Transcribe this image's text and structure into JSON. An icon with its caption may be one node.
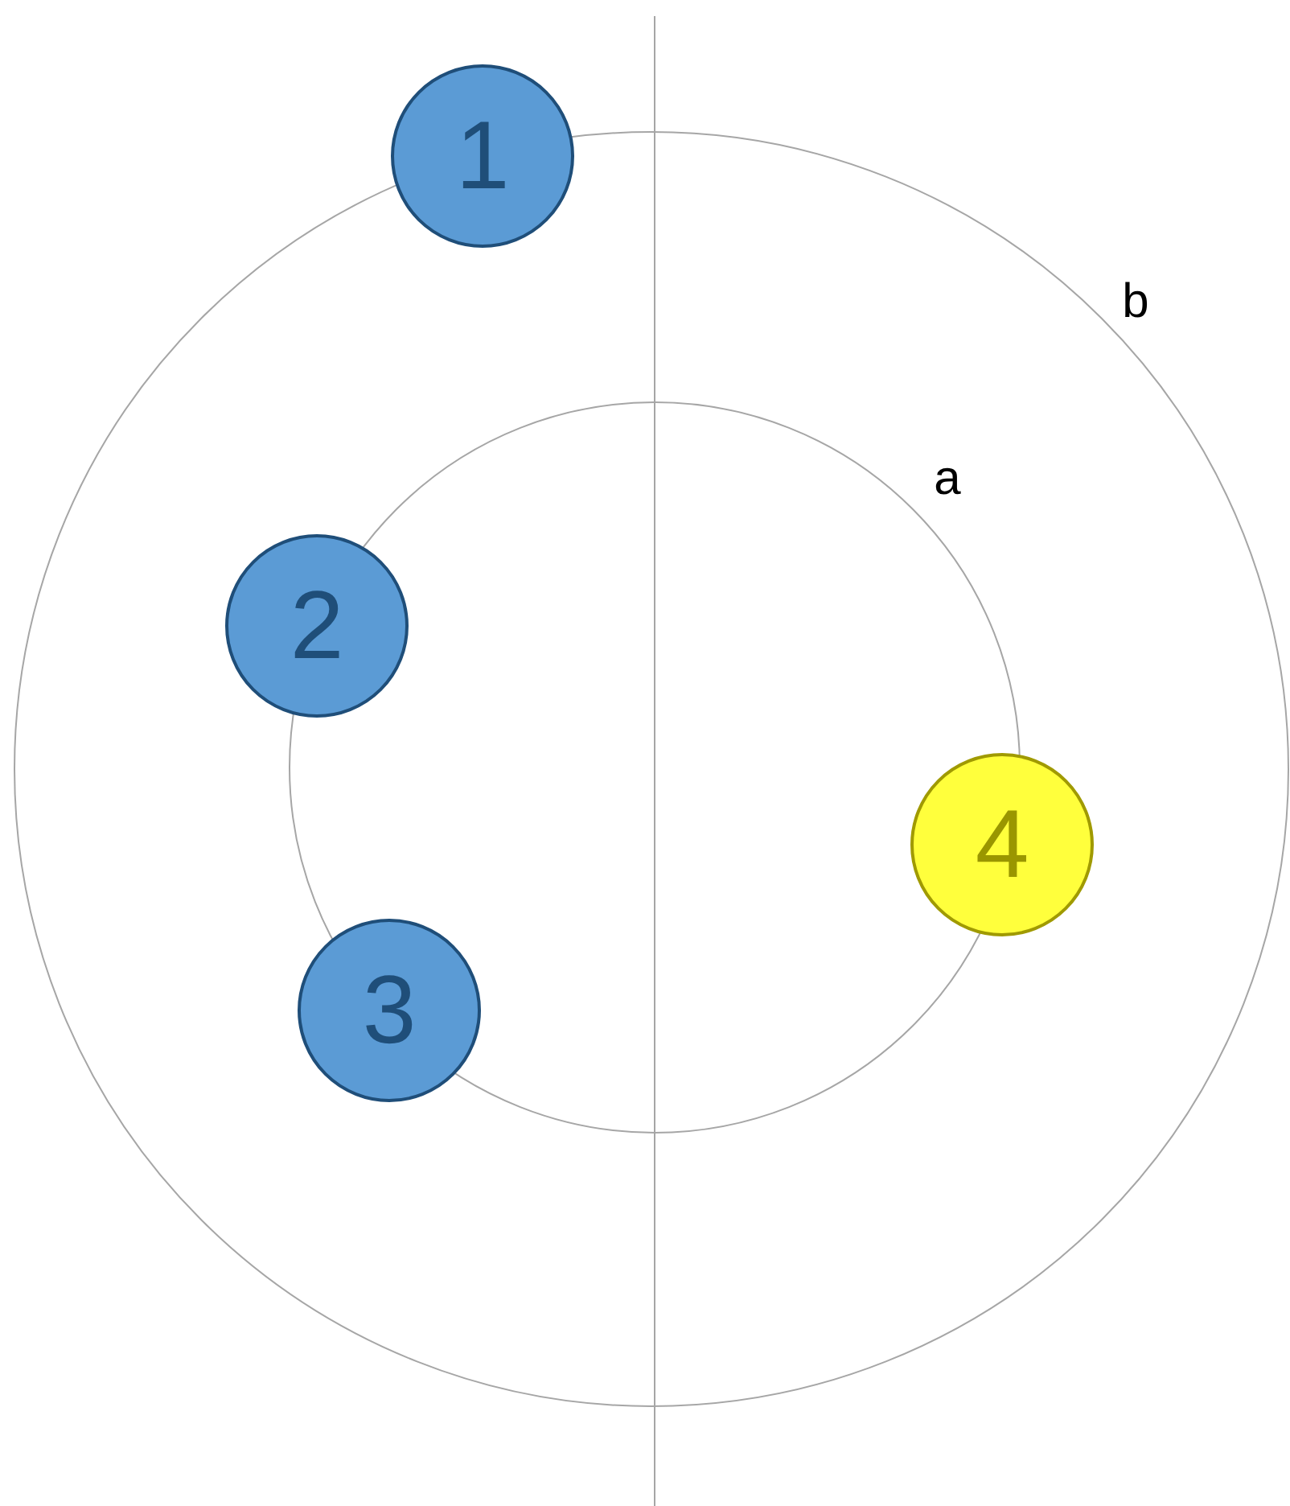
{
  "diagram": {
    "nodes": [
      {
        "text": [
          "1"
        ]
      },
      {
        "text": [
          "2"
        ]
      },
      {
        "text": [
          "3"
        ]
      },
      {
        "text": [
          "4"
        ]
      }
    ],
    "labels": [
      "b",
      "a"
    ]
  }
}
